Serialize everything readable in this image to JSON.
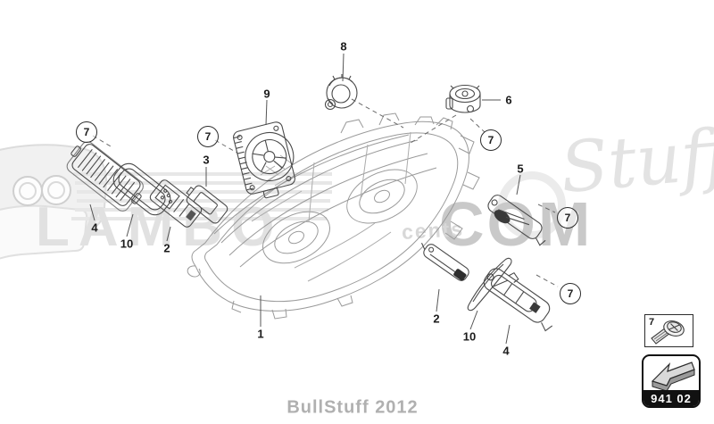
{
  "callouts": {
    "n1": "1",
    "n2": "2",
    "n3": "3",
    "n4": "4",
    "n5": "5",
    "n6": "6",
    "n7": "7",
    "n8": "8",
    "n9": "9",
    "n10": "10"
  },
  "legend": {
    "fastener_label": "7",
    "table_code": "941 02"
  },
  "watermark": {
    "brand_left": "LAMBO",
    "brand_script": "Stuff",
    "brand_right": "COM",
    "tagline_fragment": "cents"
  },
  "footer": {
    "caption": "BullStuff 2012"
  },
  "colors": {
    "line_art": "#9a9a9a",
    "part_line": "#4a4a4a",
    "label_text": "#1c1c1c",
    "watermark_light": "#e2e2e2",
    "watermark_mid": "#c9c9c9",
    "footer_text": "#b0b0b0",
    "legend_bar": "#111111"
  }
}
